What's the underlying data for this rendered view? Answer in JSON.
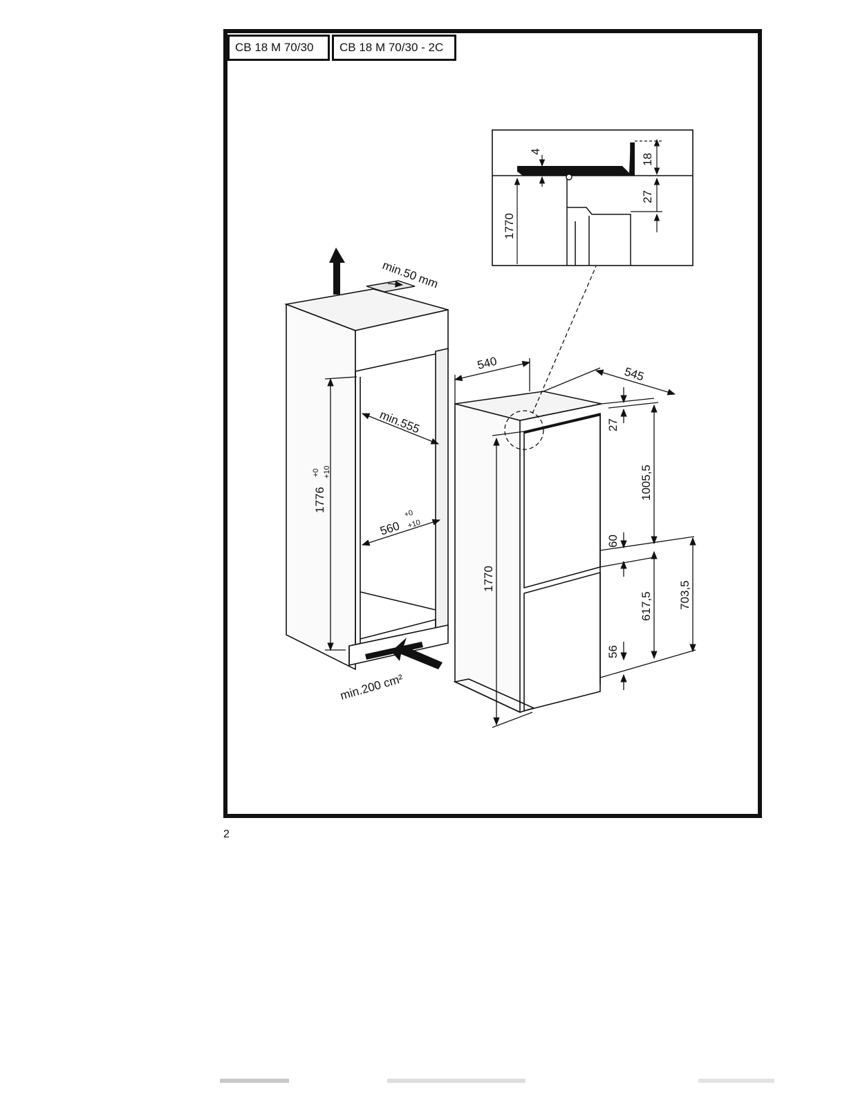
{
  "header": {
    "tabs": [
      {
        "label": "CB 18 M 70/30"
      },
      {
        "label": "CB 18 M 70/30 - 2C"
      }
    ]
  },
  "diagram": {
    "niche": {
      "top_vent_label": "min.50 mm",
      "height_label": "1776",
      "height_tol_plus": "+0",
      "height_tol_minus": "+10",
      "depth_label": "min.555",
      "width_label": "560",
      "width_tol_plus": "+0",
      "width_tol_minus": "+10",
      "bottom_vent_label": "min.200 cm²"
    },
    "appliance": {
      "width_label": "540",
      "depth_label": "545",
      "height_label": "1770",
      "top_gap_label": "27",
      "upper_door_label": "1005,5",
      "door_gap_label": "60",
      "lower_door_label": "617,5",
      "lower_section_label": "703,5",
      "base_gap_label": "56"
    },
    "detail": {
      "gap_label": "4",
      "top_label": "18",
      "offset_label": "27",
      "height_label": "1770"
    }
  },
  "footer": {
    "page_number": "2"
  }
}
